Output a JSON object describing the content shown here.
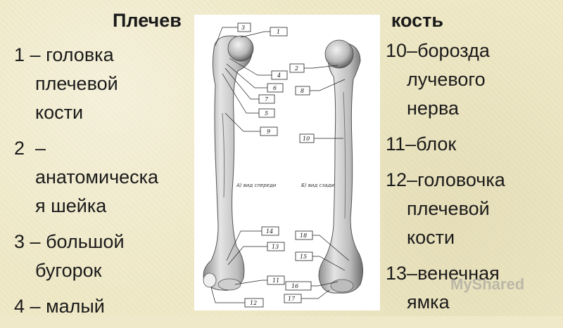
{
  "title_left": "Плечев",
  "title_right": "кость",
  "left_items": [
    {
      "num": "1",
      "sep": " – ",
      "name": "головка",
      "cont": [
        "плечевой",
        "кости"
      ]
    },
    {
      "num": "2",
      "sep": "  – ",
      "name": "",
      "cont": [
        "анатомическа",
        "я шейка"
      ]
    },
    {
      "num": "3",
      "sep": " – ",
      "name": "большой",
      "cont": [
        "бугорок"
      ]
    },
    {
      "num": "4",
      "sep": " – ",
      "name": "малый",
      "cont": []
    }
  ],
  "right_items": [
    {
      "num": "10",
      "sep": "–",
      "name": "борозда",
      "cont": [
        "лучевого",
        "нерва"
      ]
    },
    {
      "num": "11",
      "sep": "–",
      "name": "блок",
      "cont": []
    },
    {
      "num": "12",
      "sep": "–",
      "name": "головочка",
      "cont": [
        "плечевой",
        "кости"
      ]
    },
    {
      "num": "13",
      "sep": "–",
      "name": "венечная",
      "cont": [
        "ямка"
      ]
    }
  ],
  "figure": {
    "caption_front": "А) вид спереди",
    "caption_back": "Б) вид сзади",
    "labels_front": [
      "3",
      "1",
      "4",
      "6",
      "7",
      "5",
      "9",
      "14",
      "13",
      "11",
      "12"
    ],
    "labels_back": [
      "2",
      "8",
      "10",
      "18",
      "15",
      "16",
      "17"
    ]
  },
  "watermark": "MyShared"
}
